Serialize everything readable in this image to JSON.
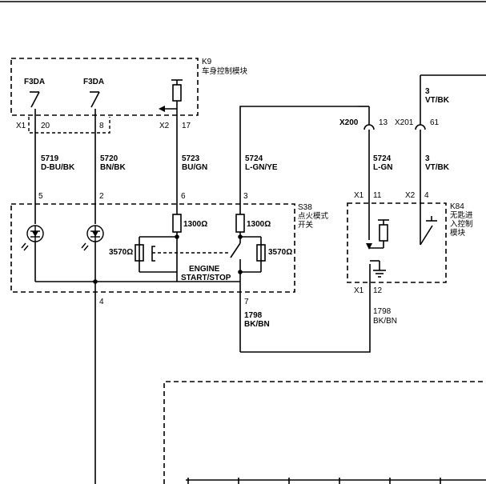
{
  "modules": {
    "k9": {
      "id": "K9",
      "name": "车身控制模块"
    },
    "s38": {
      "id": "S38",
      "name_line1": "点火模式",
      "name_line2": "开关"
    },
    "k84": {
      "id": "K84",
      "name_line1": "无匙进",
      "name_line2": "入控制",
      "name_line3": "模块"
    }
  },
  "k9_signals": {
    "left": "F3DA",
    "middle": "F3DA"
  },
  "connectors": {
    "k9_x1": "X1",
    "k9_x2": "X2",
    "x200": "X200",
    "x201": "X201",
    "k84_x1_top": "X1",
    "k84_x2": "X2",
    "k84_x1_bottom": "X1"
  },
  "pins": {
    "k9_x1_left": "20",
    "k9_x1_right": "8",
    "k9_x2": "17",
    "x200": "13",
    "x201": "61",
    "s38_a": "5",
    "s38_b": "2",
    "s38_c": "6",
    "s38_d": "3",
    "s38_ground": "4",
    "s38_out": "7",
    "k84_in": "11",
    "k84_ground": "12",
    "k84_x2": "4"
  },
  "wires": [
    {
      "circuit": "5719",
      "color": "D-BU/BK"
    },
    {
      "circuit": "5720",
      "color": "BN/BK"
    },
    {
      "circuit": "5723",
      "color": "BU/GN"
    },
    {
      "circuit": "5724",
      "color": "L-GN/YE"
    },
    {
      "circuit": "5724",
      "color": "L-GN"
    },
    {
      "circuit": "3",
      "color": "VT/BK"
    },
    {
      "circuit": "3",
      "color": "VT/BK"
    },
    {
      "circuit": "1798",
      "color": "BK/BN"
    },
    {
      "circuit": "1798",
      "color": "BK/BN"
    }
  ],
  "switch": {
    "r1": "1300Ω",
    "r2": "1300Ω",
    "r3": "3570Ω",
    "r4": "3570Ω",
    "label_line1": "ENGINE",
    "label_line2": "START/STOP"
  }
}
